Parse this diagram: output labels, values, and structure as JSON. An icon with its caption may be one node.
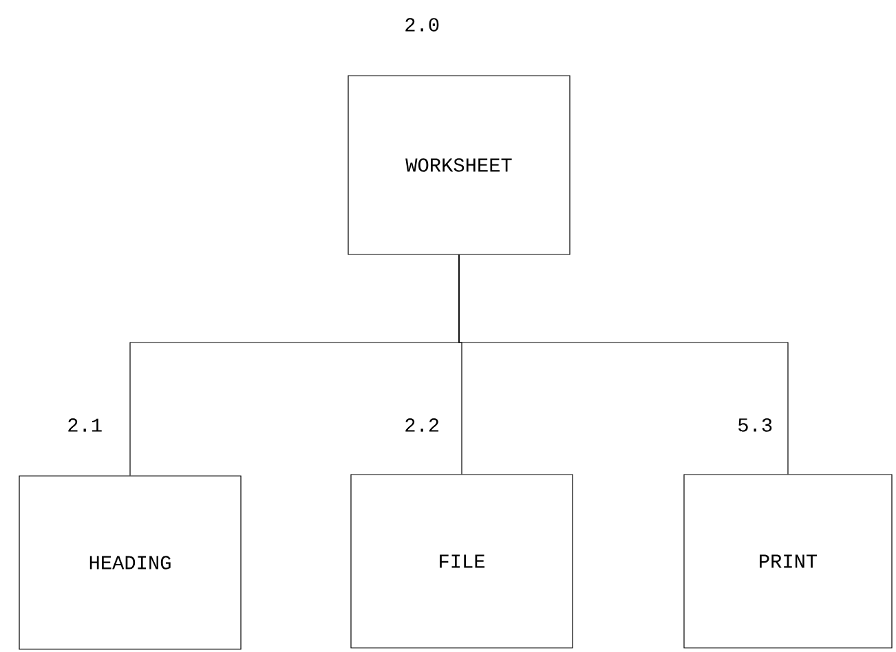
{
  "diagram": {
    "nodes": [
      {
        "text": [
          "WORKSHEET"
        ],
        "beside": [
          "2.0"
        ]
      },
      {
        "text": [
          "HEADING"
        ],
        "beside": [
          "2.1"
        ]
      },
      {
        "text": [
          "FILE"
        ],
        "beside": [
          "2.2"
        ]
      },
      {
        "text": [
          "PRINT"
        ],
        "beside": [
          "5.3"
        ]
      }
    ],
    "edges": [
      {
        "from": 0,
        "to": 1,
        "arrow": "none"
      },
      {
        "from": 0,
        "to": 2,
        "arrow": "none"
      },
      {
        "from": 0,
        "to": 3,
        "arrow": "none"
      }
    ]
  }
}
